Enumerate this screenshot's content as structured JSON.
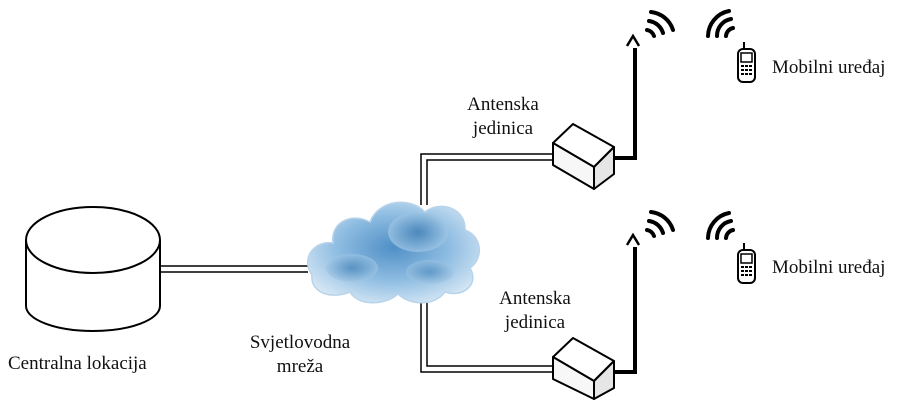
{
  "central_location": {
    "label": "Centralna lokacija"
  },
  "fiber_network": {
    "label_line1": "Svjetlovodna",
    "label_line2": "mreža"
  },
  "antenna_units": [
    {
      "label_line1": "Antenska",
      "label_line2": "jedinica"
    },
    {
      "label_line1": "Antenska",
      "label_line2": "jedinica"
    }
  ],
  "mobile_devices": [
    {
      "label": "Mobilni uređaj"
    },
    {
      "label": "Mobilni uređaj"
    }
  ],
  "colors": {
    "cloud_light": "#cfe2f3",
    "cloud_mid": "#7fb0d8",
    "cloud_dark": "#3f7fb5",
    "line": "#000000"
  },
  "icons": [
    "database-cylinder-icon",
    "network-cloud-icon",
    "antenna-unit-box-icon",
    "antenna-mast-icon",
    "wireless-signal-icon",
    "mobile-phone-icon"
  ]
}
